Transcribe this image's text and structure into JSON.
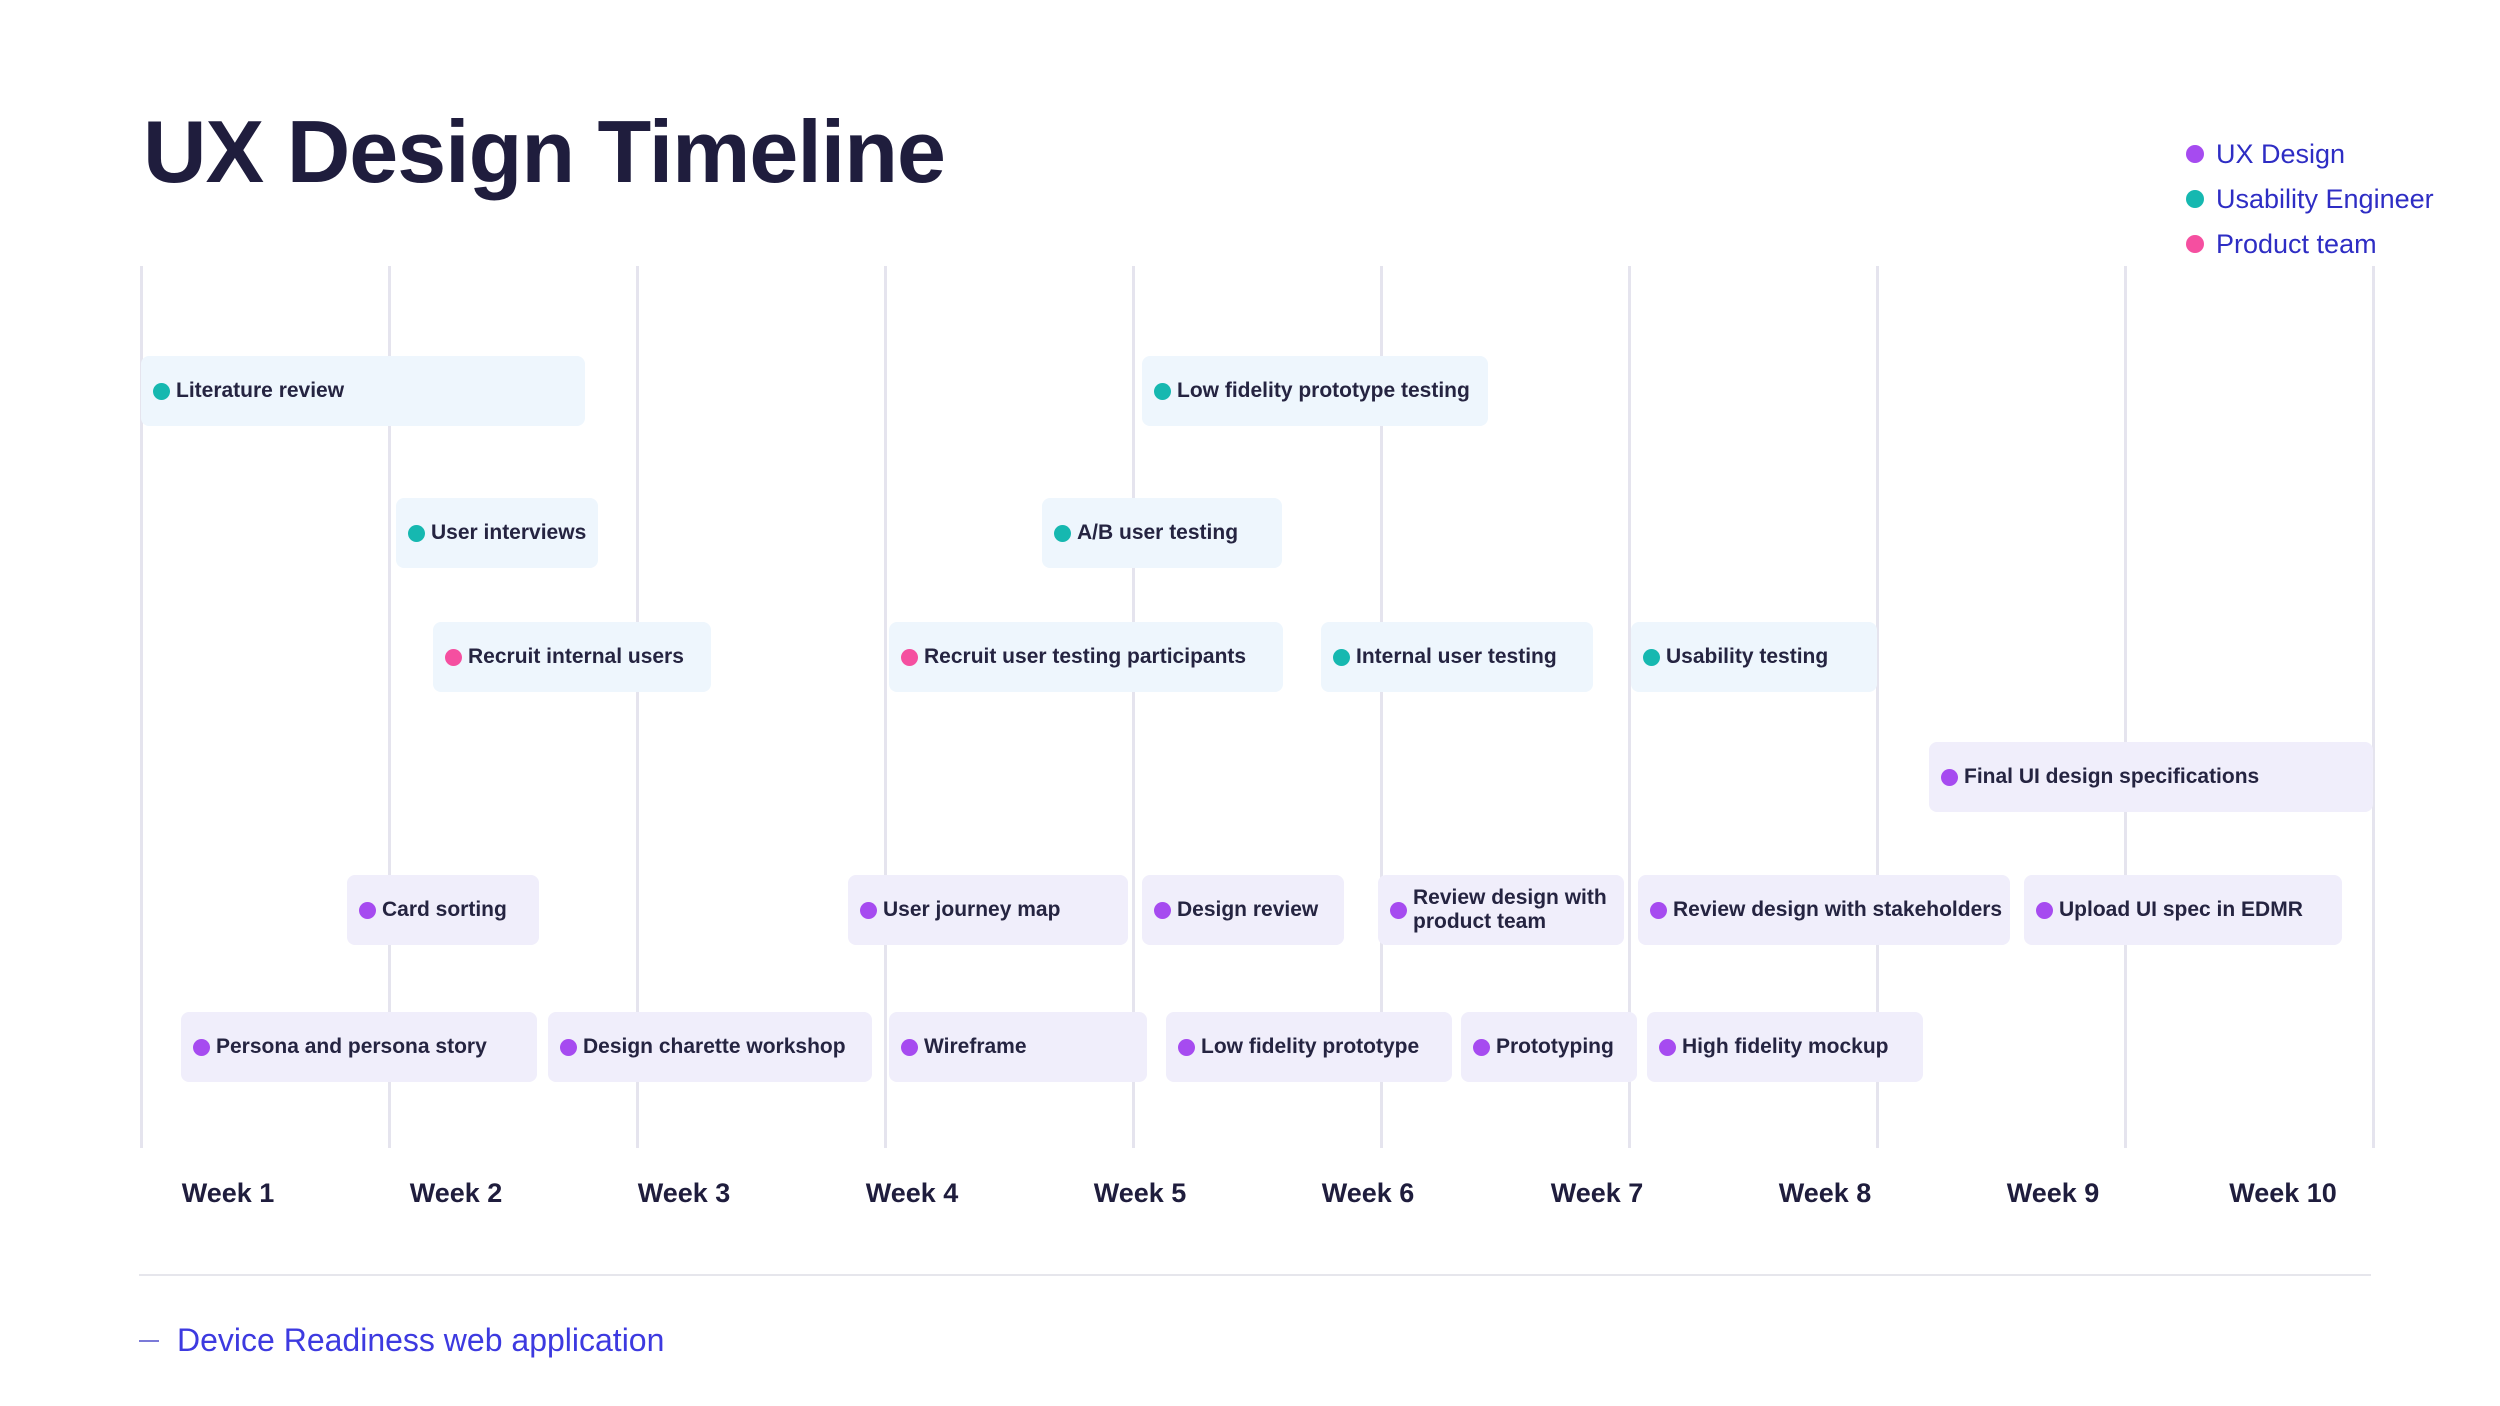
{
  "title": "UX Design Timeline",
  "legend": [
    {
      "label": "UX Design",
      "color": "#a64bf0"
    },
    {
      "label": "Usability Engineer",
      "color": "#16b8b0"
    },
    {
      "label": "Product team",
      "color": "#f54fa0"
    }
  ],
  "weeks": [
    "Week 1",
    "Week 2",
    "Week 3",
    "Week 4",
    "Week 5",
    "Week 6",
    "Week 7",
    "Week 8",
    "Week 9",
    "Week 10"
  ],
  "tasks": [
    {
      "label": "Literature review",
      "category": "usability"
    },
    {
      "label": "Low fidelity prototype testing",
      "category": "usability"
    },
    {
      "label": "User interviews",
      "category": "usability"
    },
    {
      "label": "A/B user testing",
      "category": "usability"
    },
    {
      "label": "Recruit internal users",
      "category": "product"
    },
    {
      "label": "Recruit user testing participants",
      "category": "product"
    },
    {
      "label": "Internal user testing",
      "category": "usability"
    },
    {
      "label": "Usability testing",
      "category": "usability"
    },
    {
      "label": "Final UI design specifications",
      "category": "ux"
    },
    {
      "label": "Card sorting",
      "category": "ux"
    },
    {
      "label": "User journey map",
      "category": "ux"
    },
    {
      "label": "Design review",
      "category": "ux"
    },
    {
      "label": "Review design with product team",
      "category": "ux"
    },
    {
      "label": "Review design with stakeholders",
      "category": "ux"
    },
    {
      "label": "Upload UI spec in EDMR",
      "category": "ux"
    },
    {
      "label": "Persona and persona story",
      "category": "ux"
    },
    {
      "label": "Design charette workshop",
      "category": "ux"
    },
    {
      "label": "Wireframe",
      "category": "ux"
    },
    {
      "label": "Low fidelity prototype",
      "category": "ux"
    },
    {
      "label": "Prototyping",
      "category": "ux"
    },
    {
      "label": "High fidelity mockup",
      "category": "ux"
    }
  ],
  "footer": {
    "text": "Device Readiness web application"
  }
}
